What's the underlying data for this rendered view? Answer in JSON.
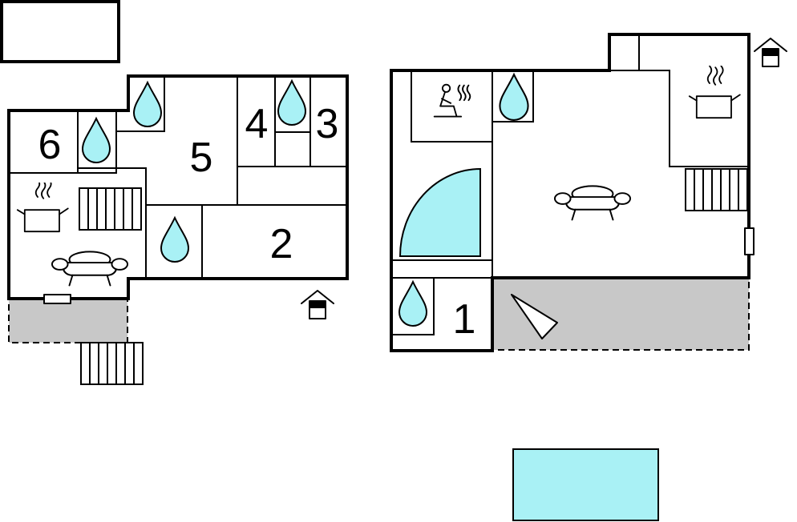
{
  "rooms": [
    {
      "id": "room-1",
      "label": "1"
    },
    {
      "id": "room-2",
      "label": "2"
    },
    {
      "id": "room-3",
      "label": "3"
    },
    {
      "id": "room-4",
      "label": "4"
    },
    {
      "id": "room-5",
      "label": "5"
    },
    {
      "id": "room-6",
      "label": "6"
    }
  ],
  "icons": {
    "bathroom": "water-drop-icon",
    "kitchen": "cooking-pot-icon",
    "living": "sofa-icon",
    "sauna": "sauna-icon",
    "entrance": "house-entrance-icon",
    "stairs": "stairs-icon"
  },
  "colors": {
    "water": "#a9f1f5",
    "terrace": "#c8c8c8",
    "walls": "#000000"
  }
}
